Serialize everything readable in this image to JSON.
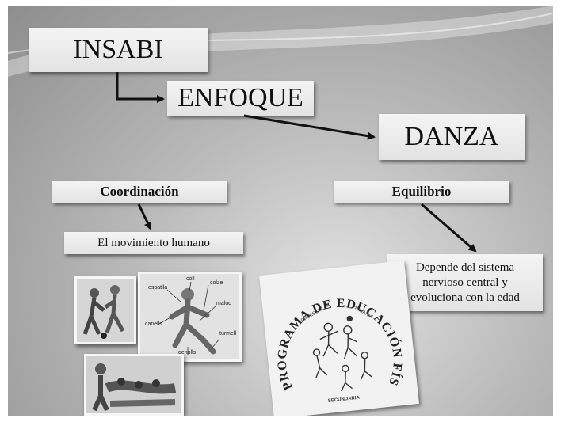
{
  "diagram": {
    "top": "INSABI",
    "second": "ENFOQUE",
    "third": "DANZA",
    "left_label": "Coordinación",
    "left_sub": "El movimiento humano",
    "right_label": "Equilibrio",
    "right_sub_lines": [
      "Depende del sistema",
      "nervioso central y",
      "evoluciona con la edad"
    ]
  },
  "photo": {
    "labels": [
      "espatlla",
      "coll",
      "colze",
      "maluc",
      "canells",
      "turmell",
      "genolls"
    ]
  },
  "logo": {
    "arc_text": "PROGRAMA DE EDUCACIÓN FÍSICA",
    "preescolar": "PREESCOLAR",
    "primaria": "PRIMARIA",
    "secundaria": "SECUNDARIA"
  },
  "colors": {
    "box": "#f0f0f0",
    "arrow": "#111111",
    "background": "#b0b0b0"
  }
}
